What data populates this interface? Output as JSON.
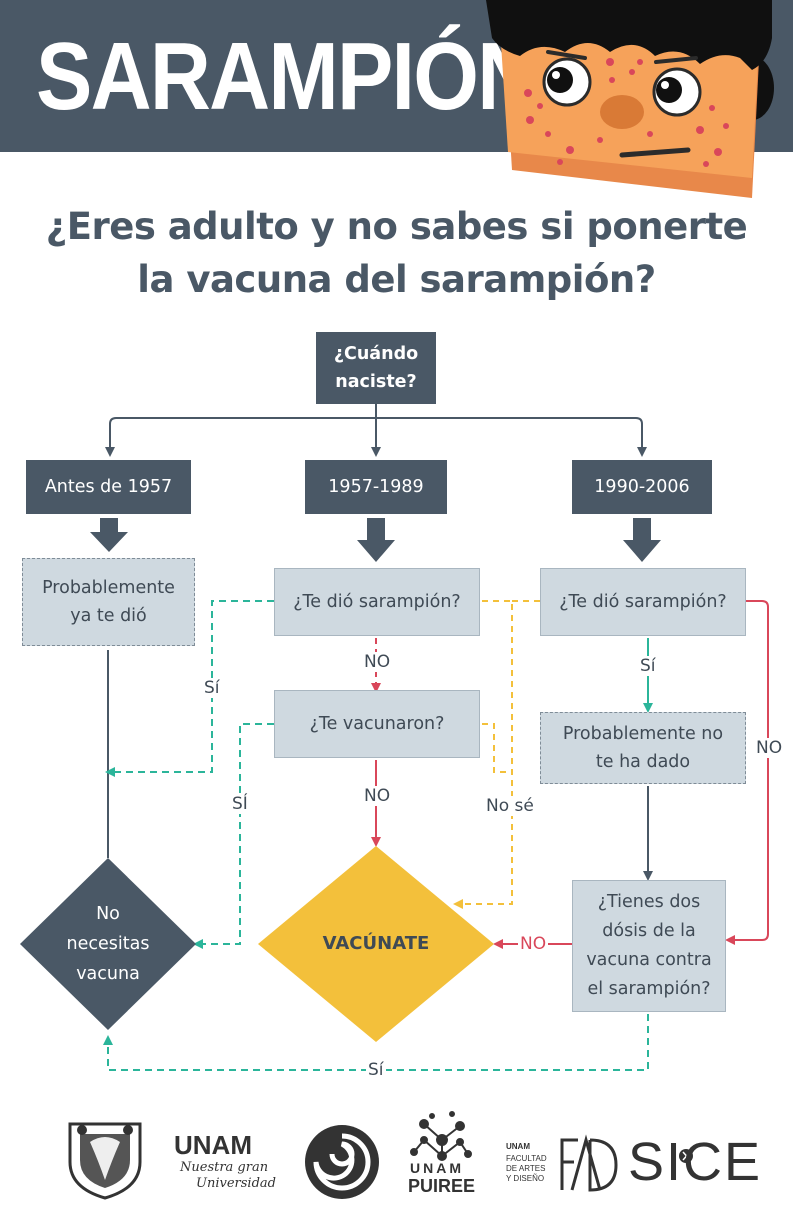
{
  "header": {
    "title": "SARAMPIÓN",
    "mascot_icon": "sick-face-with-measles-spots"
  },
  "question": {
    "line1": "¿Eres adulto y no sabes si ponerte",
    "line2": "la vacuna del sarampión?"
  },
  "flowchart": {
    "start": {
      "line1": "¿Cuándo",
      "line2": "naciste?"
    },
    "branches": {
      "before_1957": "Antes de 1957",
      "1957_1989": "1957-1989",
      "1990_2006": "1990-2006"
    },
    "nodes": {
      "probably_had_line1": "Probablemente",
      "probably_had_line2": "ya te dió",
      "had_measles_mid": "¿Te dió sarampión?",
      "vaccinated_mid": "¿Te vacunaron?",
      "had_measles_right": "¿Te dió sarampión?",
      "probably_not_line1": "Probablemente no",
      "probably_not_line2": "te ha dado",
      "two_doses_line1": "¿Tienes dos",
      "two_doses_line2": "dósis de la",
      "two_doses_line3": "vacuna contra",
      "two_doses_line4": "el sarampión?",
      "no_need_line1": "No",
      "no_need_line2": "necesitas",
      "no_need_line3": "vacuna",
      "vaccinate": "VACÚNATE"
    },
    "edge_labels": {
      "si_left": "Sí",
      "si_mid": "SÍ",
      "no_1": "NO",
      "no_2": "NO",
      "no_se": "No sé",
      "si_right": "Sí",
      "no_right": "NO",
      "no_doses": "NO",
      "si_bottom": "Sí"
    }
  },
  "colors": {
    "dark_slate": "#4a5866",
    "light_box": "#cfd9e0",
    "yellow": "#f3c03b",
    "teal": "#2bb59a",
    "red": "#d9475a",
    "skin": "#f6a25a"
  },
  "logos": [
    {
      "name": "unam-seal",
      "text": ""
    },
    {
      "name": "unam-wordmark",
      "text": "UNAM",
      "sub1": "Nuestra gran",
      "sub2": "Universidad"
    },
    {
      "name": "swirl-logo",
      "text": ""
    },
    {
      "name": "unam-puiree",
      "text1": "UNAM",
      "text2": "PUIREE"
    },
    {
      "name": "fad",
      "small1": "UNAM",
      "small2": "FACULTAD",
      "small3": "DE ARTES",
      "small4": "Y DISEÑO"
    },
    {
      "name": "sice",
      "text": "SICE"
    }
  ]
}
